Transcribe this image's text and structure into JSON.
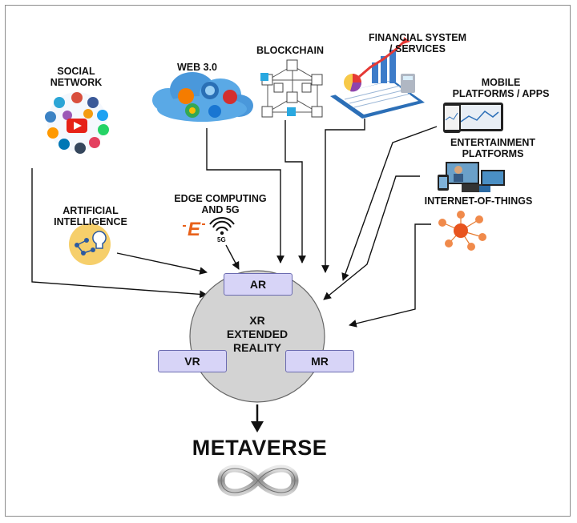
{
  "sources": {
    "social_network": "SOCIAL\nNETWORK",
    "web3": "WEB 3.0",
    "blockchain": "BLOCKCHAIN",
    "financial": "FINANCIAL SYSTEM\n/ SERVICES",
    "mobile": "MOBILE\nPLATFORMS / APPS",
    "entertainment": "ENTERTAINMENT\nPLATFORMS",
    "iot": "INTERNET-OF-THINGS",
    "ai": "ARTIFICIAL\nINTELLIGENCE",
    "edge": "EDGE COMPUTING\nAND 5G",
    "five_g_badge": "5G"
  },
  "xr": {
    "title": "XR\nEXTENDED\nREALITY",
    "ar": "AR",
    "vr": "VR",
    "mr": "MR"
  },
  "output": {
    "title": "METAVERSE"
  },
  "colors": {
    "box_fill": "#d7d4f7",
    "box_border": "#6b6bb0",
    "circle_fill": "#d3d3d3",
    "arrow": "#111111",
    "edge_logo": "#e8611a"
  }
}
